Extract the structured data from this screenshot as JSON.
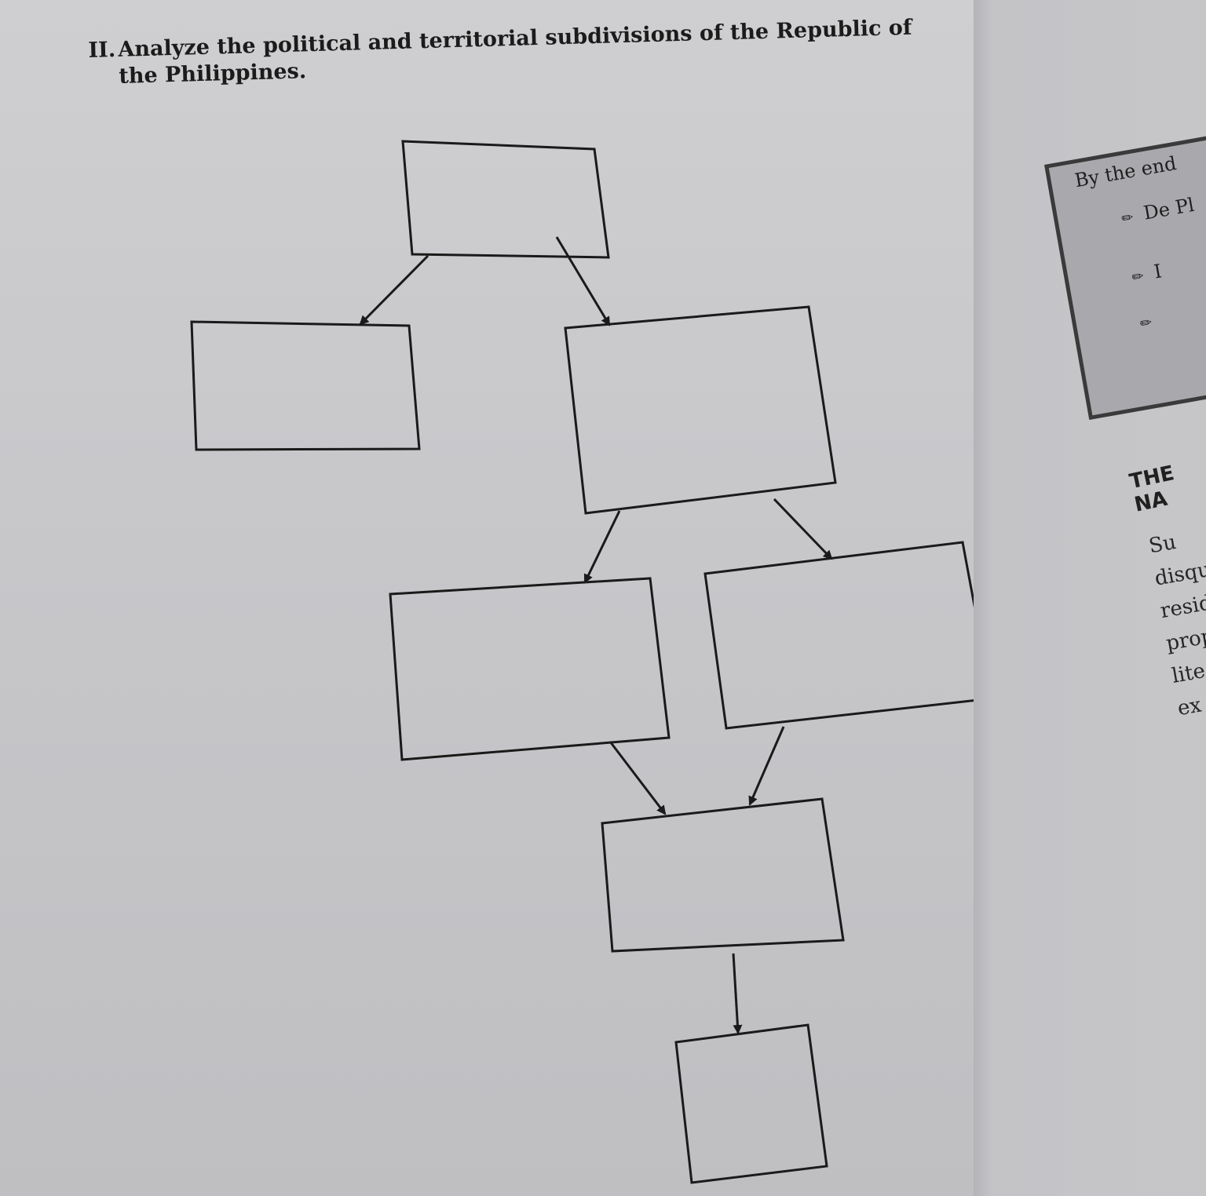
{
  "question": {
    "number": "II.",
    "text": "Analyze the political and territorial subdivisions of the Republic of the Philippines."
  },
  "diagram": {
    "boxes": [
      "",
      "",
      "",
      "",
      "",
      "",
      ""
    ],
    "arrows": [
      {
        "from": 0,
        "to": 1
      },
      {
        "from": 0,
        "to": 2
      },
      {
        "from": 2,
        "to": 3
      },
      {
        "from": 2,
        "to": 4
      },
      {
        "from": 3,
        "to": 5
      },
      {
        "from": 4,
        "to": 5
      },
      {
        "from": 5,
        "to": 6
      }
    ]
  },
  "right_page": {
    "objectives_lead": "By the end",
    "objectives": [
      "De Pl",
      "I",
      ""
    ],
    "section_title": "THE NA",
    "body_lines": [
      "Su",
      "disqu",
      "resid",
      "prop",
      "lite",
      "ex"
    ]
  }
}
